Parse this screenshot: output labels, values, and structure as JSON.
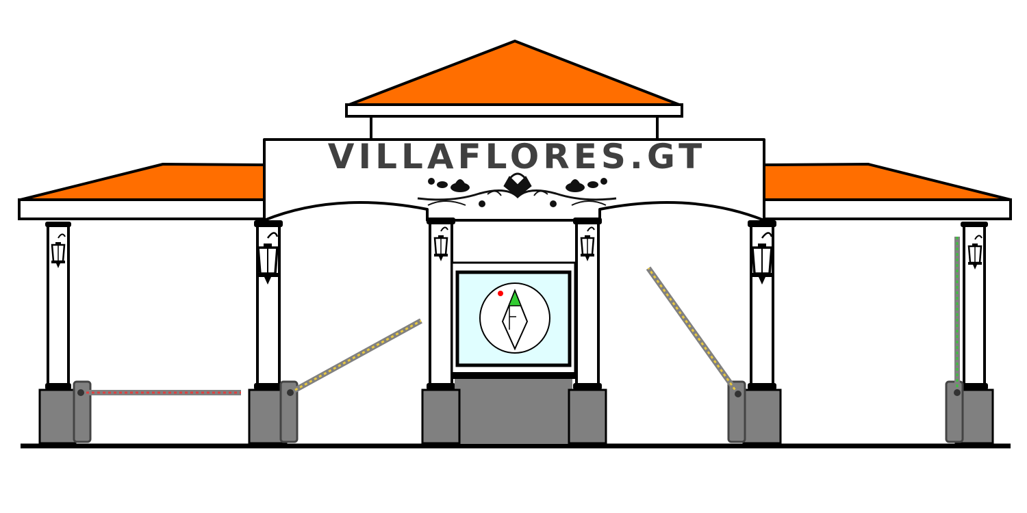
{
  "sign": {
    "title": "VILLAFLORES.GT"
  },
  "colors": {
    "roof": "#ff6e00",
    "outline": "#000000",
    "wall": "#ffffff",
    "base": "#808080",
    "screen": "#e0feff",
    "title_text": "#404040",
    "compass_north": "#33cc33",
    "status_dot": "#ff0000"
  },
  "barriers": [
    {
      "name": "gate-1",
      "state": "closed",
      "color": "#e04040"
    },
    {
      "name": "gate-2",
      "state": "partially-open",
      "color": "#e8c840"
    },
    {
      "name": "gate-3",
      "state": "partially-open",
      "color": "#e8c840"
    },
    {
      "name": "gate-4",
      "state": "open",
      "color": "#40c040"
    }
  ],
  "icons": {
    "lamp": "wall-lantern-icon",
    "compass": "compass-icon",
    "ornament": "floral-ornament"
  }
}
